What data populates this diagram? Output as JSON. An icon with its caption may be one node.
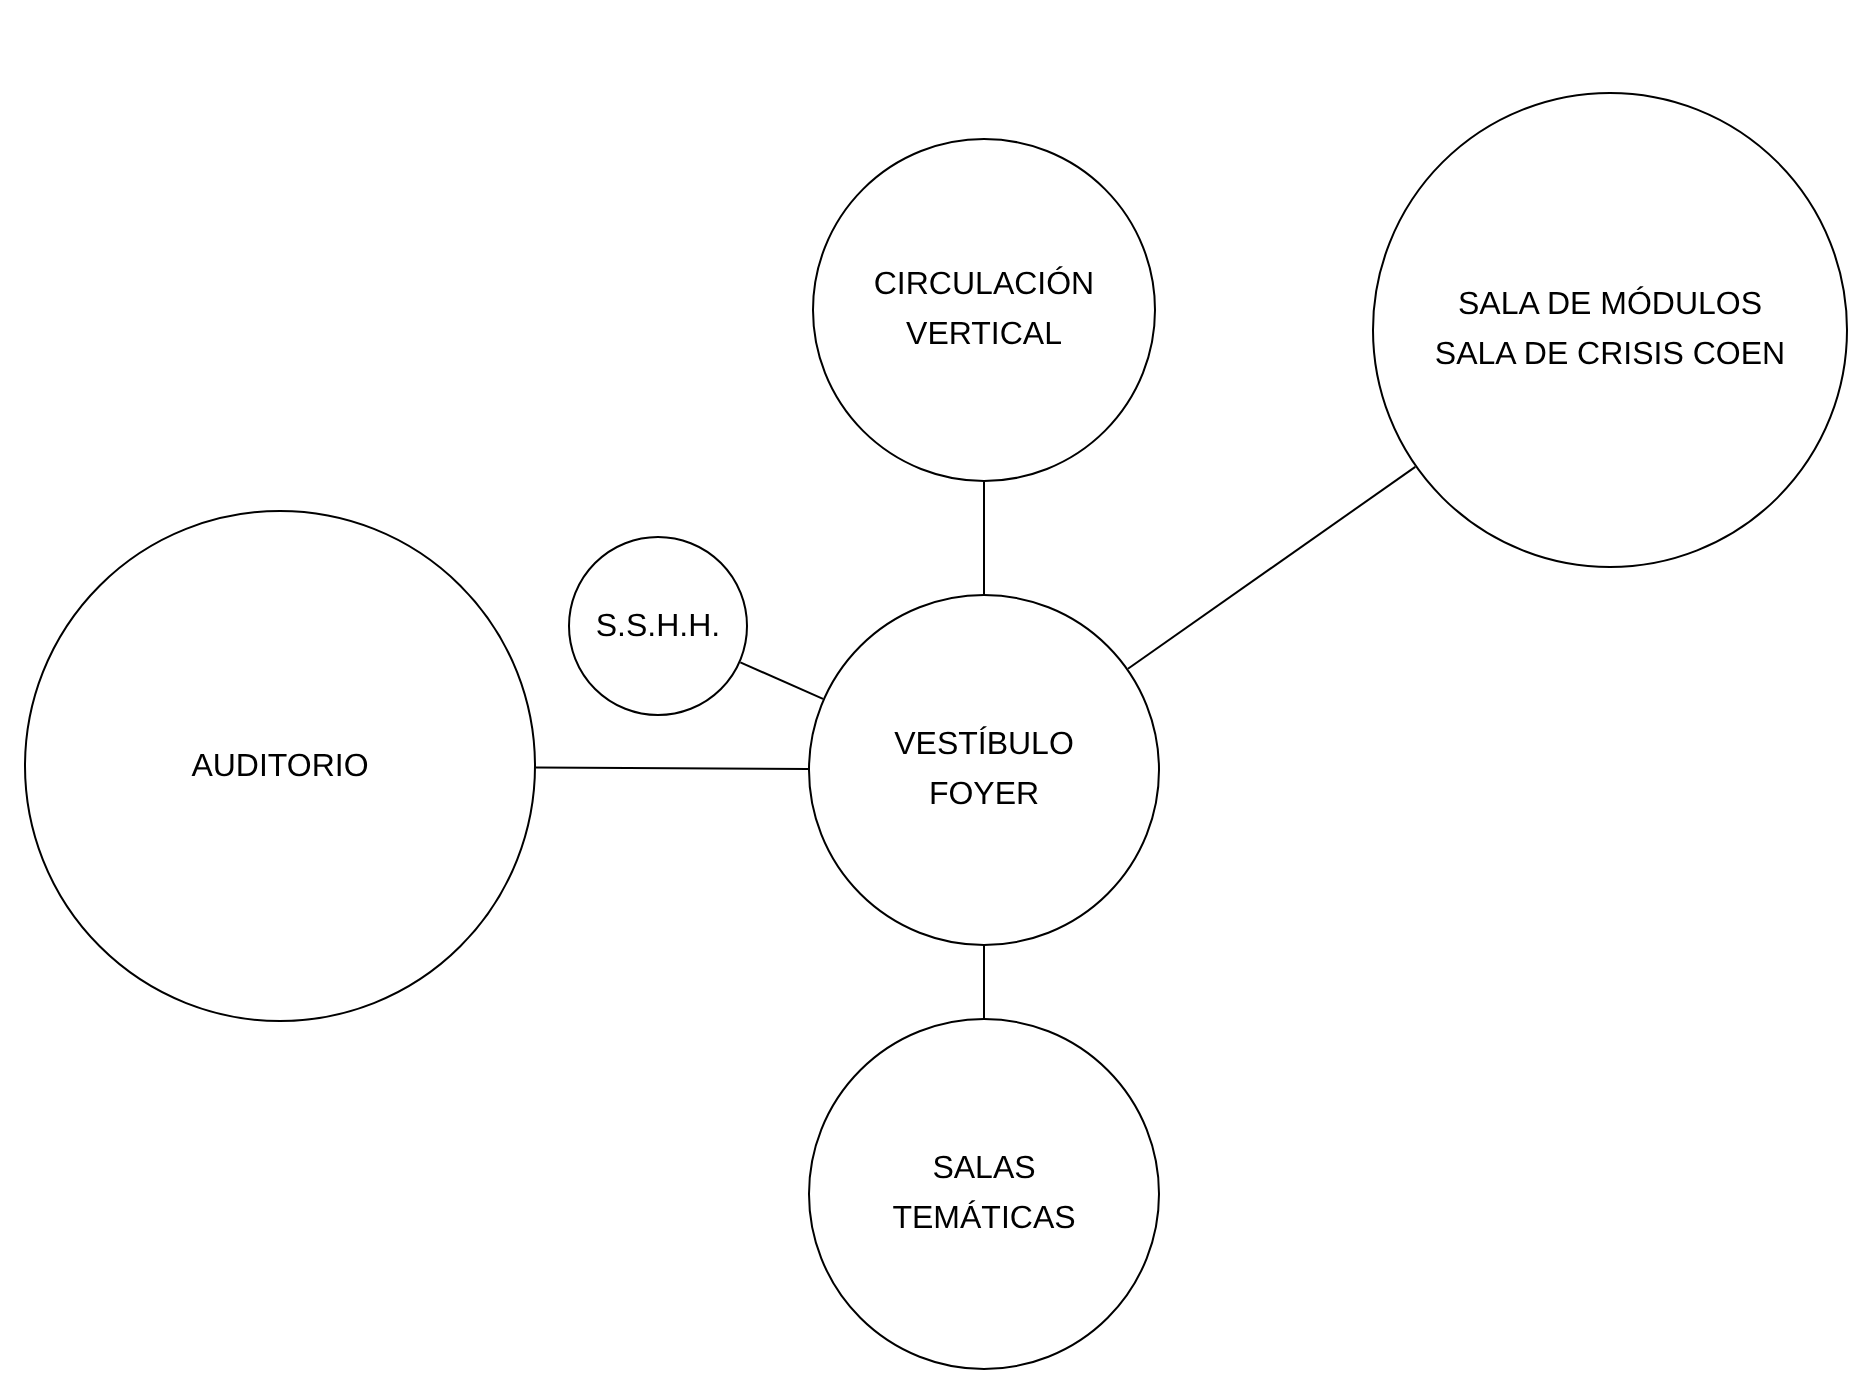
{
  "diagram": {
    "nodes": [
      {
        "text": [
          "CIRCULACIÓN VERTICAL"
        ]
      },
      {
        "text": [
          "SALA DE MÓDULOS",
          "SALA DE CRISIS COEN"
        ]
      },
      {
        "text": [
          "S.S.H.H."
        ]
      },
      {
        "text": [
          "AUDITORIO"
        ]
      },
      {
        "text": [
          "VESTÍBULO FOYER"
        ]
      },
      {
        "text": [
          "SALAS TEMÁTICAS"
        ]
      }
    ],
    "edges": [
      {
        "from": 4,
        "to": 0,
        "arrow": "none"
      },
      {
        "from": 4,
        "to": 1,
        "arrow": "none"
      },
      {
        "from": 4,
        "to": 2,
        "arrow": "none"
      },
      {
        "from": 4,
        "to": 3,
        "arrow": "none"
      },
      {
        "from": 4,
        "to": 5,
        "arrow": "none"
      }
    ]
  }
}
